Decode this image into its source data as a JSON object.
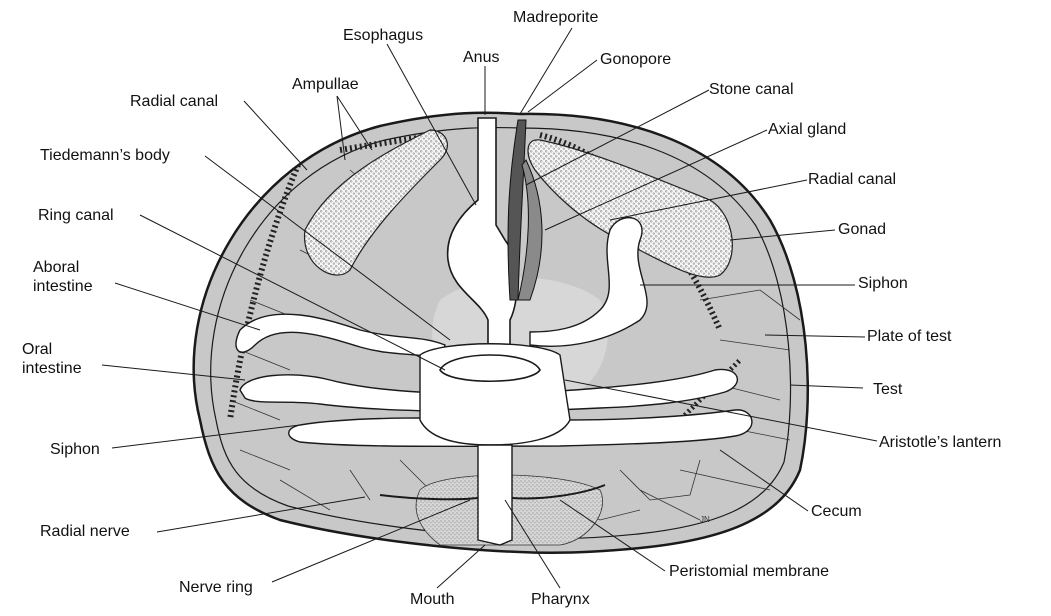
{
  "colors": {
    "test": "#c8c8c8",
    "outline": "#1a1a1a",
    "organ": "#ffffff",
    "stipple": "#e6e6e6",
    "stone_canal": "#555555",
    "gonad": "#f2f2f2"
  },
  "labels": {
    "madreporite": "Madreporite",
    "esophagus": "Esophagus",
    "anus": "Anus",
    "gonopore": "Gonopore",
    "ampullae": "Ampullae",
    "stone_canal": "Stone canal",
    "radial_canal_left": "Radial canal",
    "axial_gland": "Axial gland",
    "tiedemanns_body": "Tiedemann’s body",
    "radial_canal_right": "Radial canal",
    "ring_canal": "Ring canal",
    "gonad": "Gonad",
    "aboral_intestine": "Aboral intestine",
    "siphon_right": "Siphon",
    "plate_of_test": "Plate of test",
    "oral_intestine": "Oral intestine",
    "test": "Test",
    "siphon_left": "Siphon",
    "aristotles_lantern": "Aristotle’s lantern",
    "cecum": "Cecum",
    "radial_nerve": "Radial nerve",
    "peristomial_membrane": "Peristomial membrane",
    "nerve_ring": "Nerve ring",
    "mouth": "Mouth",
    "pharynx": "Pharynx"
  },
  "signature": "JN"
}
